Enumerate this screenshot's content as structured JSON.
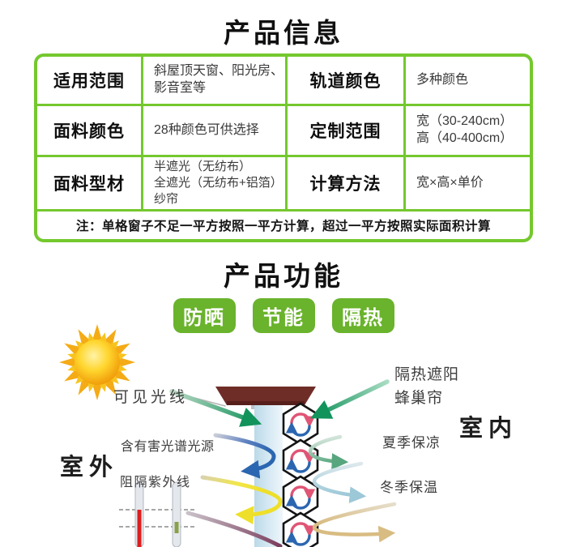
{
  "colors": {
    "table_border": "#74c82e",
    "badge_green": "#6ab32c",
    "cornice_maroon": "#6f2d28",
    "glass_blue": "#cfe4f0",
    "swirl_pink": "#e05575",
    "swirl_blue": "#2b66b0"
  },
  "product_info": {
    "title": "产品信息",
    "rows": [
      {
        "label_left": "适用范围",
        "value_left": "斜屋顶天窗、阳光房、\n影音室等",
        "label_right": "轨道颜色",
        "value_right": "多种颜色"
      },
      {
        "label_left": "面料颜色",
        "value_left": "28种颜色可供选择",
        "label_right": "定制范围",
        "value_right": "宽（30-240cm）\n高（40-400cm）"
      },
      {
        "label_left": "面料型材",
        "value_left": "半遮光（无纺布）\n全遮光（无纺布+铝箔）\n纱帘",
        "label_right": "计算方法",
        "value_right": "宽×高×单价"
      }
    ],
    "note": "注：单格窗子不足一平方按照一平方计算，超过一平方按照实际面积计算"
  },
  "product_features": {
    "title": "产品功能",
    "badges": [
      {
        "label": "防晒"
      },
      {
        "label": "节能"
      },
      {
        "label": "隔热"
      }
    ]
  },
  "diagram": {
    "labels": {
      "visible_light": "可见光线",
      "harmful_spectrum": "含有害光谱光源",
      "block_uv": "阻隔紫外线",
      "outdoor": "室外",
      "indoor": "室内",
      "honeycomb_curtain": "隔热遮阳\n蜂巢帘",
      "summer_cool": "夏季保凉",
      "winter_warm": "冬季保温"
    }
  }
}
